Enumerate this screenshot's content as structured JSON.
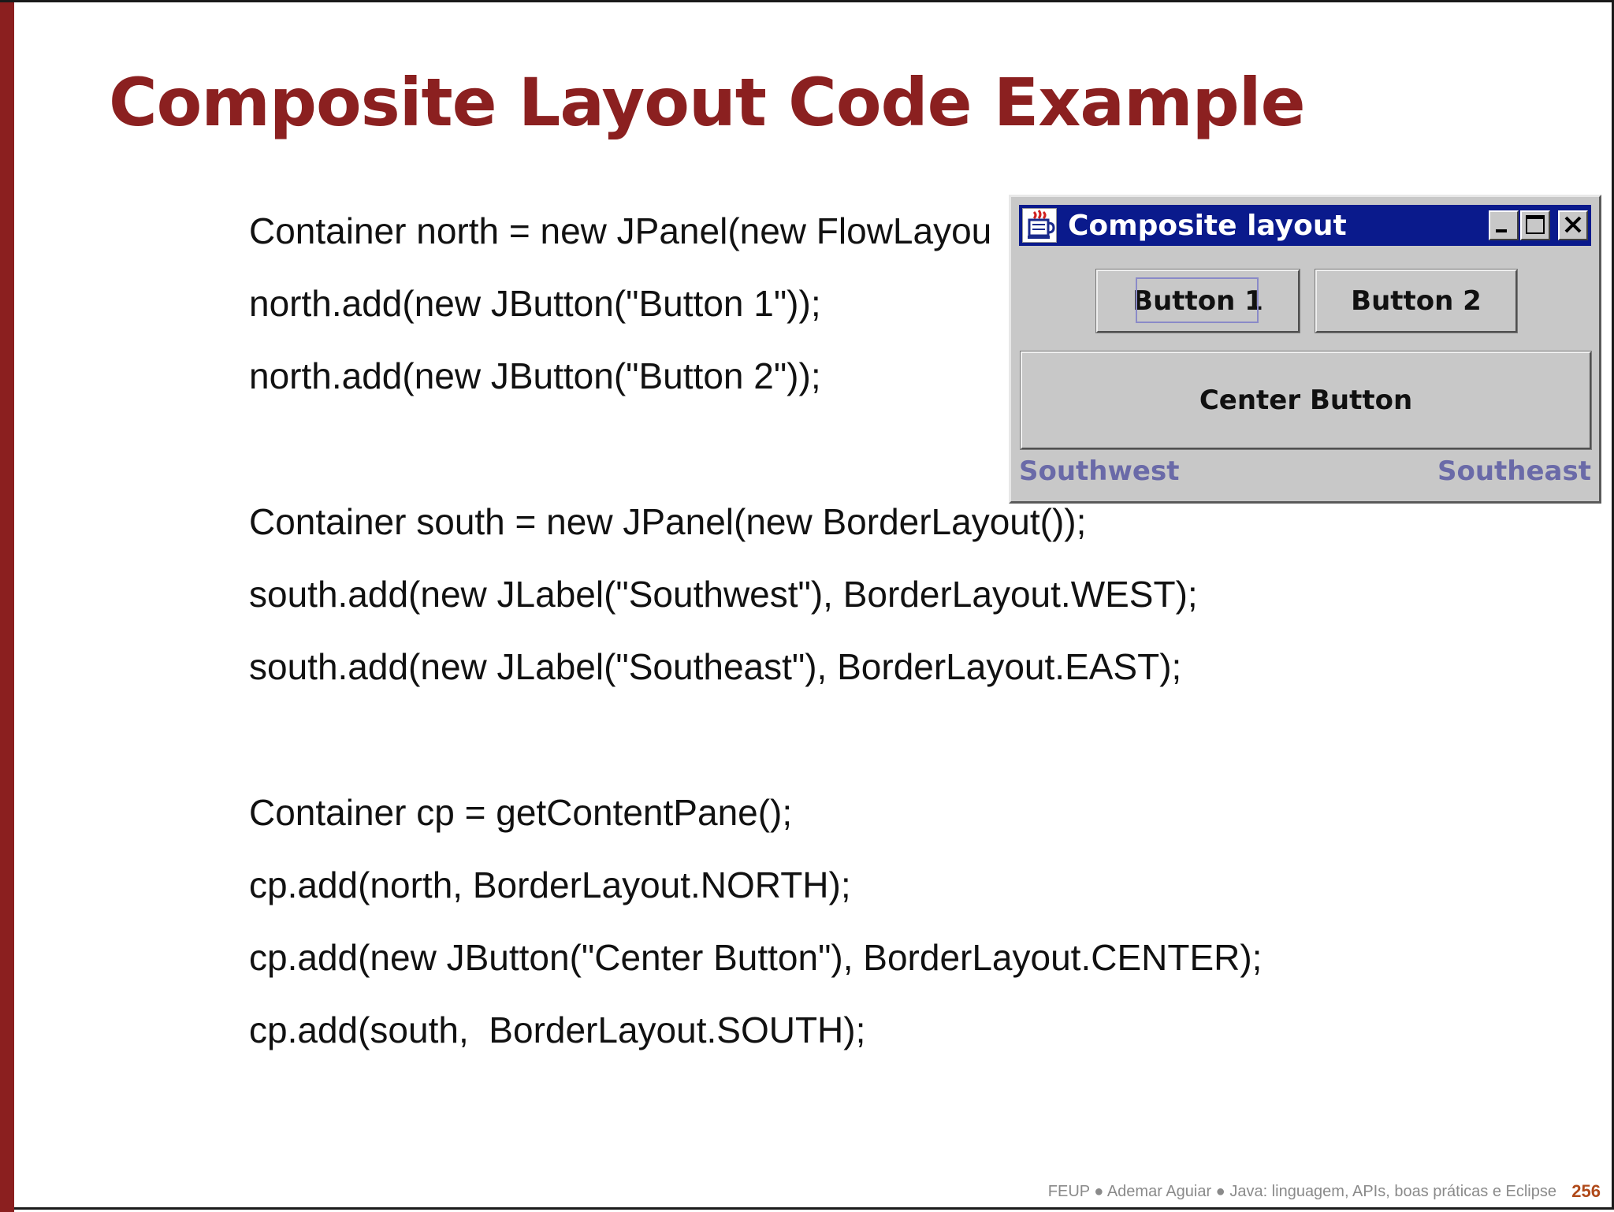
{
  "slide": {
    "title": "Composite Layout Code Example",
    "code_lines": [
      "Container north = new JPanel(new FlowLayou",
      "north.add(new JButton(\"Button 1\"));",
      "north.add(new JButton(\"Button 2\"));",
      "Container south = new JPanel(new BorderLayout());",
      "south.add(new JLabel(\"Southwest\"), BorderLayout.WEST);",
      "south.add(new JLabel(\"Southeast\"), BorderLayout.EAST);",
      "Container cp = getContentPane();",
      "cp.add(north, BorderLayout.NORTH);",
      "cp.add(new JButton(\"Center Button\"), BorderLayout.CENTER);",
      "cp.add(south,  BorderLayout.SOUTH);"
    ],
    "footer": "FEUP ● Ademar Aguiar ● Java: linguagem, APIs, boas práticas e Eclipse",
    "page_number": "256"
  },
  "window": {
    "title": "Composite layout",
    "button1": "Button 1",
    "button2": "Button 2",
    "center_button": "Center Button",
    "southwest": "Southwest",
    "southeast": "Southeast"
  }
}
